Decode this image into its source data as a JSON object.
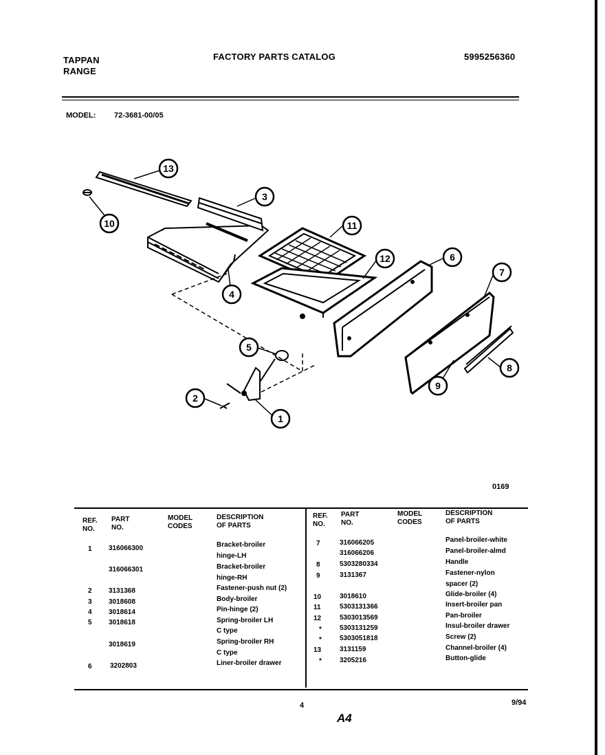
{
  "header": {
    "brand_line1": "TAPPAN",
    "brand_line2": "RANGE",
    "title": "FACTORY PARTS CATALOG",
    "catalog_number": "5995256360"
  },
  "model": {
    "label": "MODEL:",
    "value": "72-3681-00/05"
  },
  "diagram": {
    "code": "0169",
    "callouts": [
      "1",
      "2",
      "3",
      "4",
      "5",
      "6",
      "7",
      "8",
      "9",
      "10",
      "11",
      "12",
      "13"
    ]
  },
  "table": {
    "headers": {
      "ref": [
        "REF.",
        "NO."
      ],
      "part": [
        "PART",
        "NO."
      ],
      "model": [
        "MODEL",
        "CODES"
      ],
      "desc": [
        "DESCRIPTION",
        "OF PARTS"
      ]
    },
    "left_rows": [
      {
        "ref": "1",
        "part": "316066300",
        "desc": [
          "Bracket-broiler",
          "hinge-LH"
        ]
      },
      {
        "ref": "",
        "part": "316066301",
        "desc": [
          "Bracket-broiler",
          "hinge-RH"
        ]
      },
      {
        "ref": "2",
        "part": "3131368",
        "desc": [
          "Fastener-push nut (2)"
        ]
      },
      {
        "ref": "3",
        "part": "3018608",
        "desc": [
          "Body-broiler"
        ]
      },
      {
        "ref": "4",
        "part": "3018614",
        "desc": [
          "Pin-hinge (2)"
        ]
      },
      {
        "ref": "5",
        "part": "3018618",
        "desc": [
          "Spring-broiler LH",
          "C type"
        ]
      },
      {
        "ref": "",
        "part": "3018619",
        "desc": [
          "Spring-broiler RH",
          "C type"
        ]
      },
      {
        "ref": "6",
        "part": "3202803",
        "desc": [
          "Liner-broiler drawer"
        ]
      }
    ],
    "right_rows": [
      {
        "ref": "7",
        "part": "316066205",
        "desc": [
          "Panel-broiler-white"
        ]
      },
      {
        "ref": "",
        "part": "316066206",
        "desc": [
          "Panel-broiler-almd"
        ]
      },
      {
        "ref": "8",
        "part": "5303280334",
        "desc": [
          "Handle"
        ]
      },
      {
        "ref": "9",
        "part": "3131367",
        "desc": [
          "Fastener-nylon",
          "spacer (2)"
        ]
      },
      {
        "ref": "10",
        "part": "3018610",
        "desc": [
          "Glide-broiler (4)"
        ]
      },
      {
        "ref": "11",
        "part": "5303131366",
        "desc": [
          "Insert-broiler pan"
        ]
      },
      {
        "ref": "12",
        "part": "5303013569",
        "desc": [
          "Pan-broiler"
        ]
      },
      {
        "ref": "*",
        "part": "5303131259",
        "desc": [
          "Insul-broiler drawer"
        ]
      },
      {
        "ref": "*",
        "part": "5303051818",
        "desc": [
          "Screw (2)"
        ]
      },
      {
        "ref": "13",
        "part": "3131159",
        "desc": [
          "Channel-broiler (4)"
        ]
      },
      {
        "ref": "*",
        "part": "3205216",
        "desc": [
          "Button-glide"
        ]
      }
    ]
  },
  "footer": {
    "page": "4",
    "section": "A4",
    "date": "9/94"
  }
}
